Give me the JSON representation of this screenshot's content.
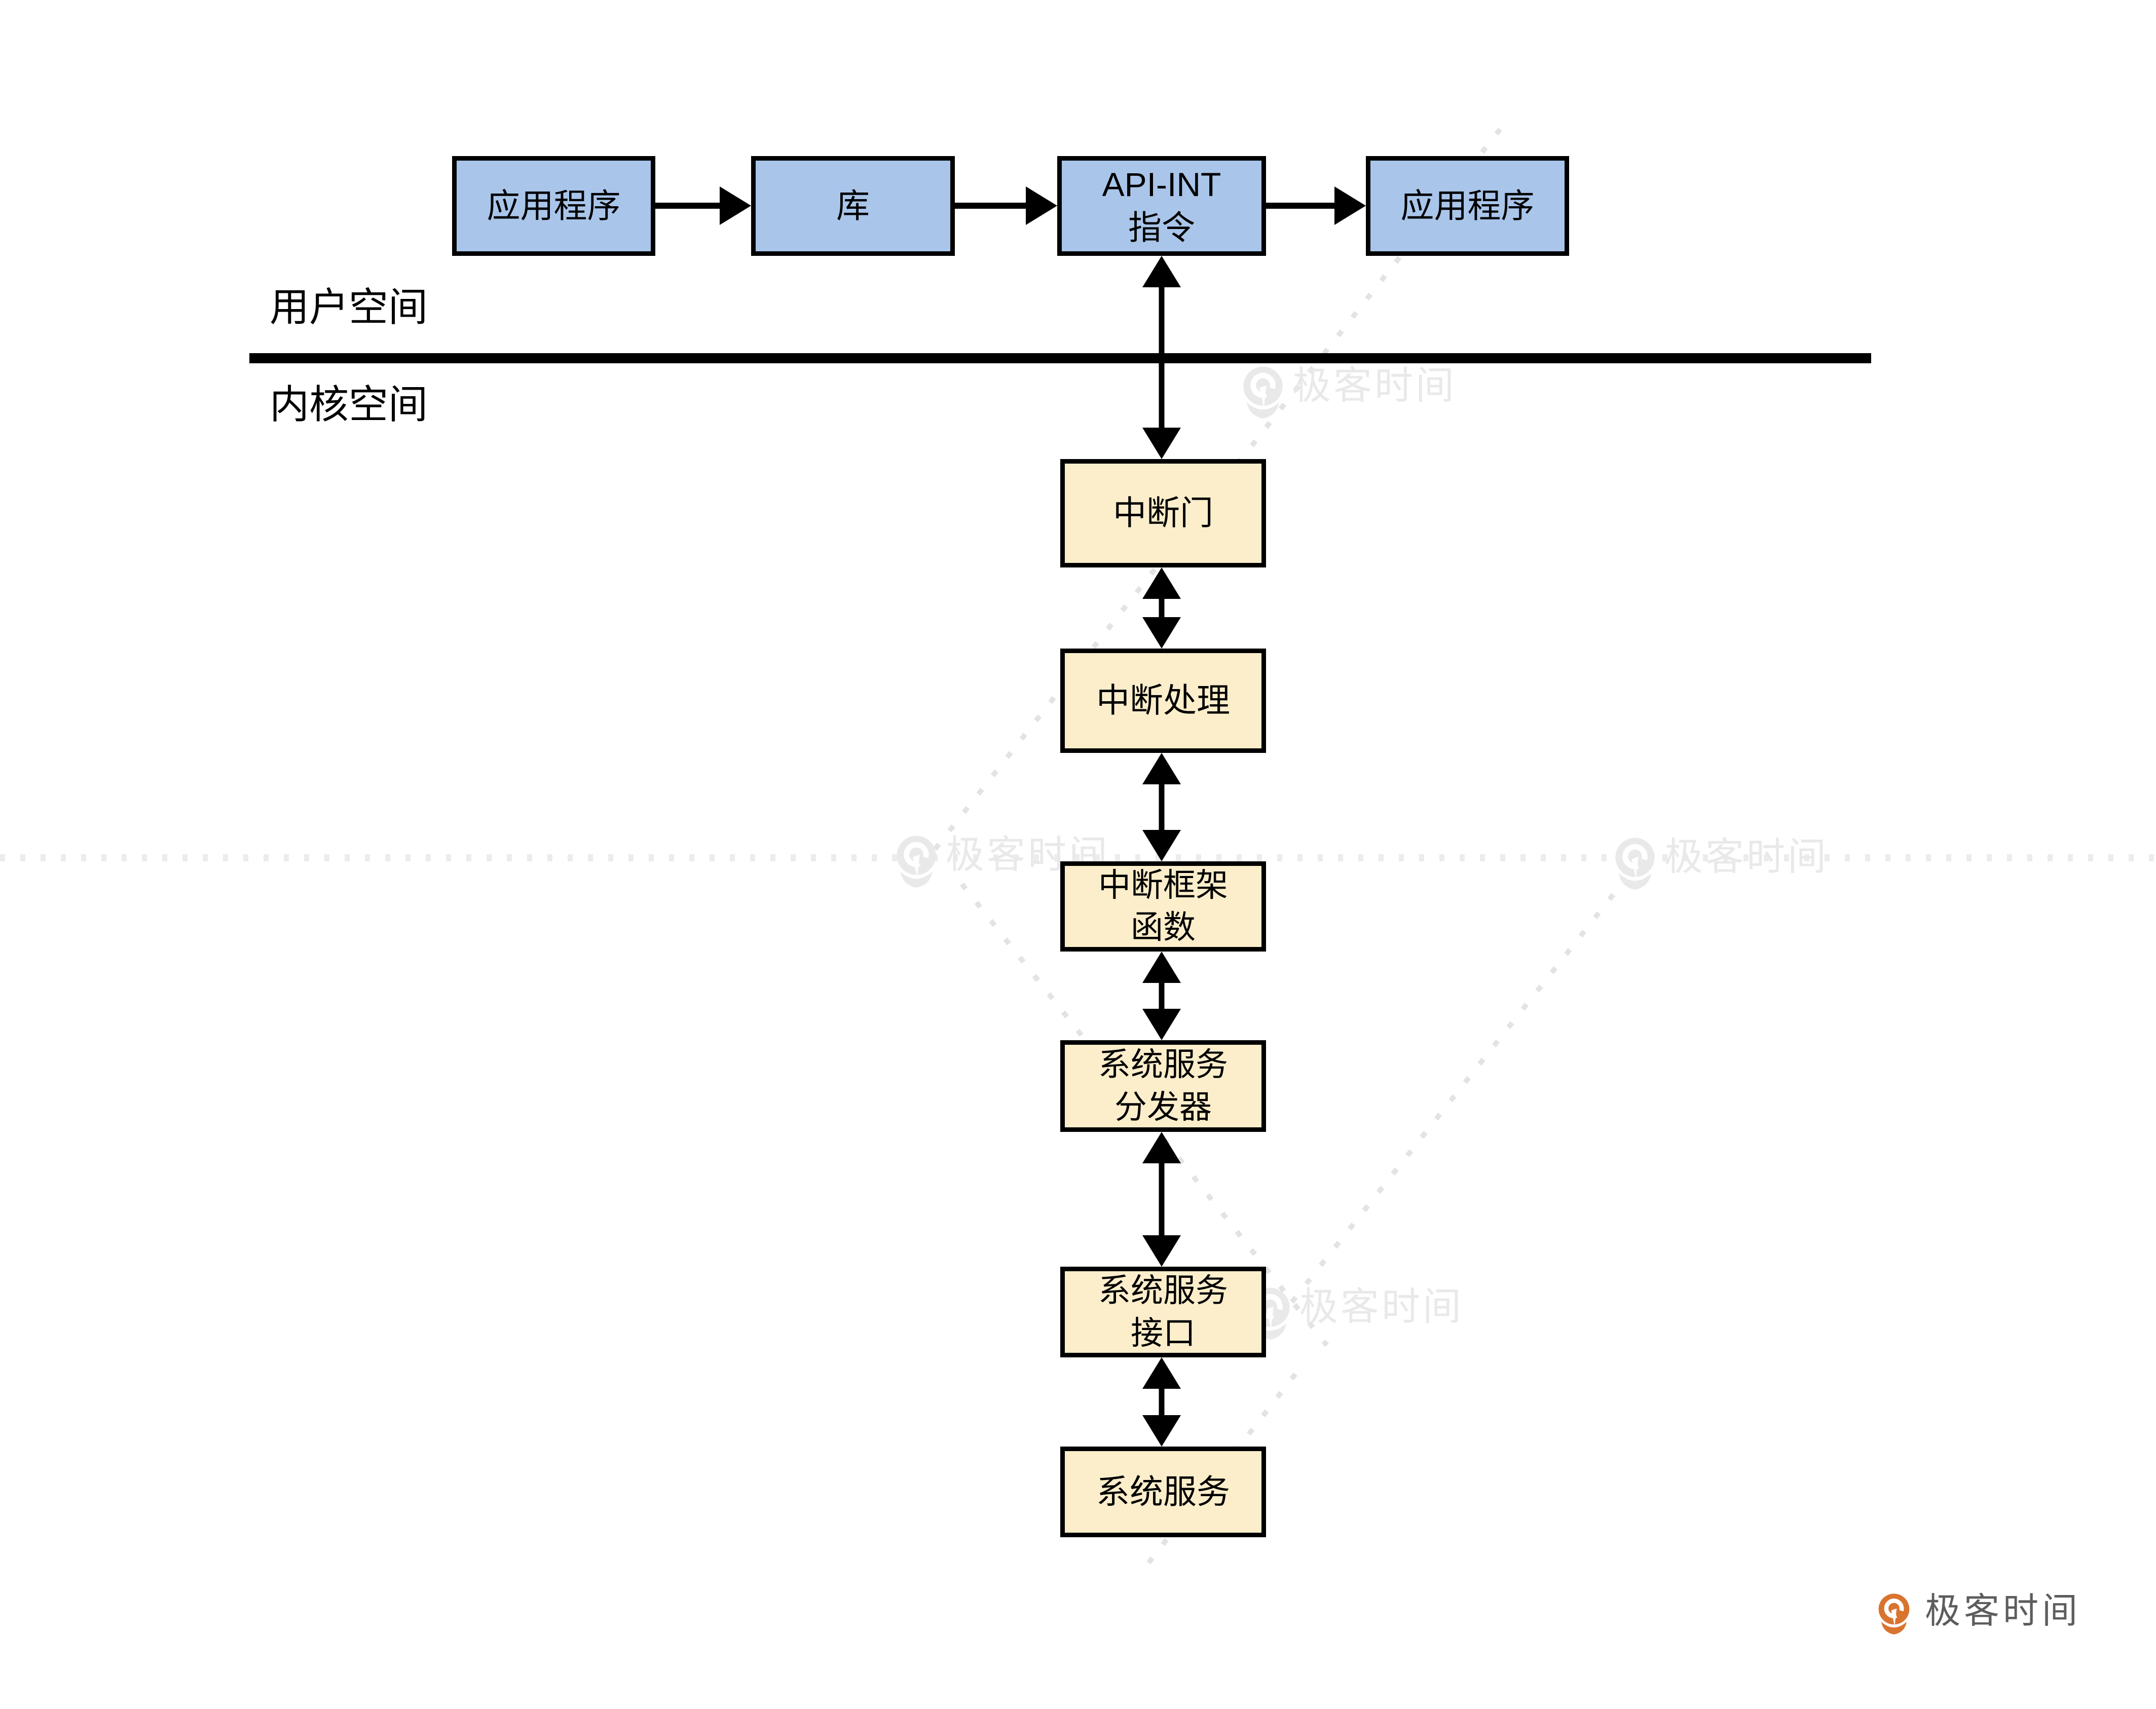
{
  "labels": {
    "user_space": "用户空间",
    "kernel_space": "内核空间"
  },
  "user_space_row": {
    "app_box_1": "应用程序",
    "lib_box": "库",
    "api_int_box": "API-INT\n指令",
    "app_box_2": "应用程序"
  },
  "kernel_chain": {
    "interrupt_gate": "中断门",
    "interrupt_handler": "中断处理",
    "interrupt_frame_fn": "中断框架\n函数",
    "syscall_dispatcher": "系统服务\n分发器",
    "syscall_interface": "系统服务\n接口",
    "system_service": "系统服务"
  },
  "watermark": {
    "text": "极客时间"
  },
  "brand": {
    "text": "极客时间"
  },
  "colors": {
    "box_blue_fill": "#a9c5ea",
    "box_yellow_fill": "#fceecb",
    "line_black": "#000000",
    "divider_black": "#000000",
    "watermark_gray": "#e9e9e9",
    "watermark_line_gray": "#e3e3e3",
    "brand_orange": "#d9742f",
    "brand_text_gray": "#5d5d5d"
  }
}
